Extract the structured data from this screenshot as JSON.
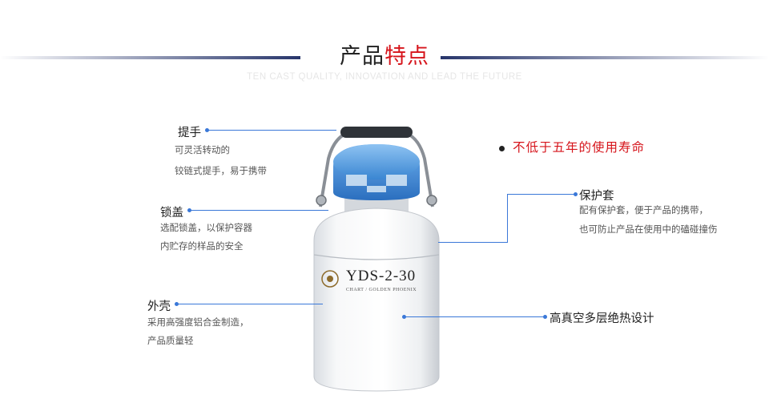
{
  "header": {
    "title_black": "产品",
    "title_red": "特点",
    "subtitle": "TEN CAST QUALITY, INNOVATION AND LEAD THE FUTURE"
  },
  "product": {
    "model": "YDS-2-30",
    "brand_line": "CHART / GOLDEN PHOENIX"
  },
  "features": {
    "handle": {
      "title": "提手",
      "desc1": "可灵活转动的",
      "desc2": "铰链式提手，易于携带"
    },
    "lid": {
      "title": "锁盖",
      "desc1": "选配锁盖，以保护容器",
      "desc2": "内贮存的样品的安全"
    },
    "shell": {
      "title": "外壳",
      "desc1": "采用高强度铝合金制造，",
      "desc2": "产品质量轻"
    },
    "lifespan": {
      "title": "不低于五年的使用寿命"
    },
    "cover": {
      "title": "保护套",
      "desc1": "配有保护套，便于产品的携带，",
      "desc2": "也可防止产品在使用中的磕碰撞伤"
    },
    "insulation": {
      "title": "高真空多层绝热设计"
    }
  },
  "colors": {
    "accent_blue": "#3a78d8",
    "title_red": "#d6141b",
    "header_navy": "#27356b",
    "lid_blue": "#3a86d2"
  }
}
